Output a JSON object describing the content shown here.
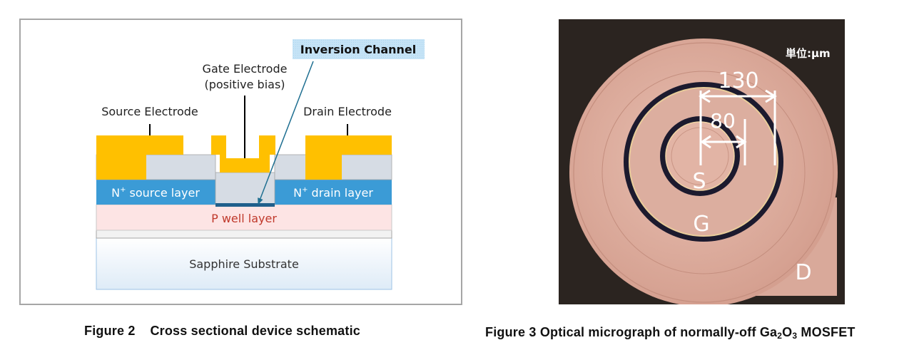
{
  "figure2": {
    "caption_number": "Figure 2",
    "caption_text": "Cross sectional device schematic",
    "labels": {
      "inversion_channel": "Inversion Channel",
      "gate_electrode": "Gate Electrode",
      "gate_bias": "(positive bias)",
      "source_electrode": "Source Electrode",
      "drain_electrode": "Drain Electrode",
      "n_source_prefix": "N",
      "n_source_suffix": " source layer",
      "n_drain_prefix": "N",
      "n_drain_suffix": " drain layer",
      "n_superscript": "+",
      "p_well": "P well layer",
      "substrate": "Sapphire Substrate"
    },
    "colors": {
      "electrode": "#ffc000",
      "insulator": "#d6dce4",
      "n_layer": "#3b9bd6",
      "p_well": "#fde4e4",
      "p_well_text": "#c0392b",
      "substrate_top": "#ffffff",
      "substrate_bottom": "#deebf7",
      "channel": "#1f5f8b",
      "label_box": "#c5e3f6",
      "arrow": "#1f6f91"
    }
  },
  "figure3": {
    "caption_prefix": "Figure 3 Optical micrograph of normally-off Ga",
    "caption_sub1": "2",
    "caption_mid": "O",
    "caption_sub2": "3",
    "caption_suffix": " MOSFET",
    "unit_label": "単位:μm",
    "dim_outer": "130",
    "dim_inner": "80",
    "label_source": "S",
    "label_gate": "G",
    "label_drain": "D",
    "colors": {
      "background": "#2b2420",
      "metal": "#d9a99a",
      "metal_light": "#e6bcae",
      "gap": "#1c1a2e",
      "annotation": "#ffffff"
    }
  }
}
